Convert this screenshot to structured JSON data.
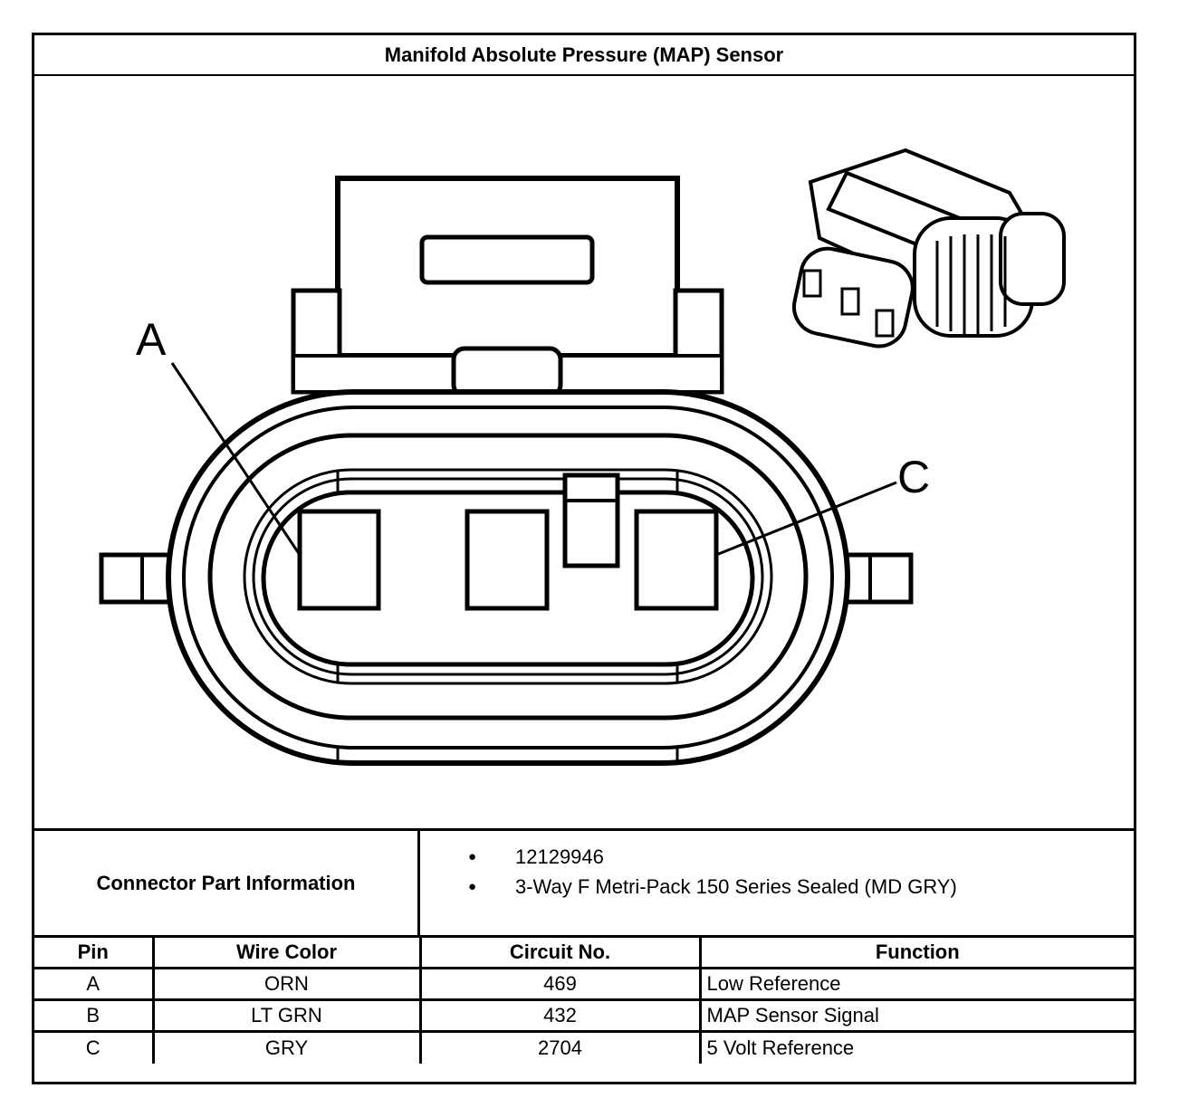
{
  "title": "Manifold Absolute Pressure (MAP) Sensor",
  "diagram": {
    "pin_labels": [
      "A",
      "C"
    ]
  },
  "connector_info": {
    "label": "Connector Part Information",
    "items": [
      "12129946",
      "3-Way F Metri-Pack 150 Series Sealed (MD GRY)"
    ]
  },
  "pin_table": {
    "headers": [
      "Pin",
      "Wire Color",
      "Circuit No.",
      "Function"
    ],
    "rows": [
      [
        "A",
        "ORN",
        "469",
        "Low Reference"
      ],
      [
        "B",
        "LT GRN",
        "432",
        "MAP Sensor Signal"
      ],
      [
        "C",
        "GRY",
        "2704",
        "5 Volt Reference"
      ]
    ]
  }
}
